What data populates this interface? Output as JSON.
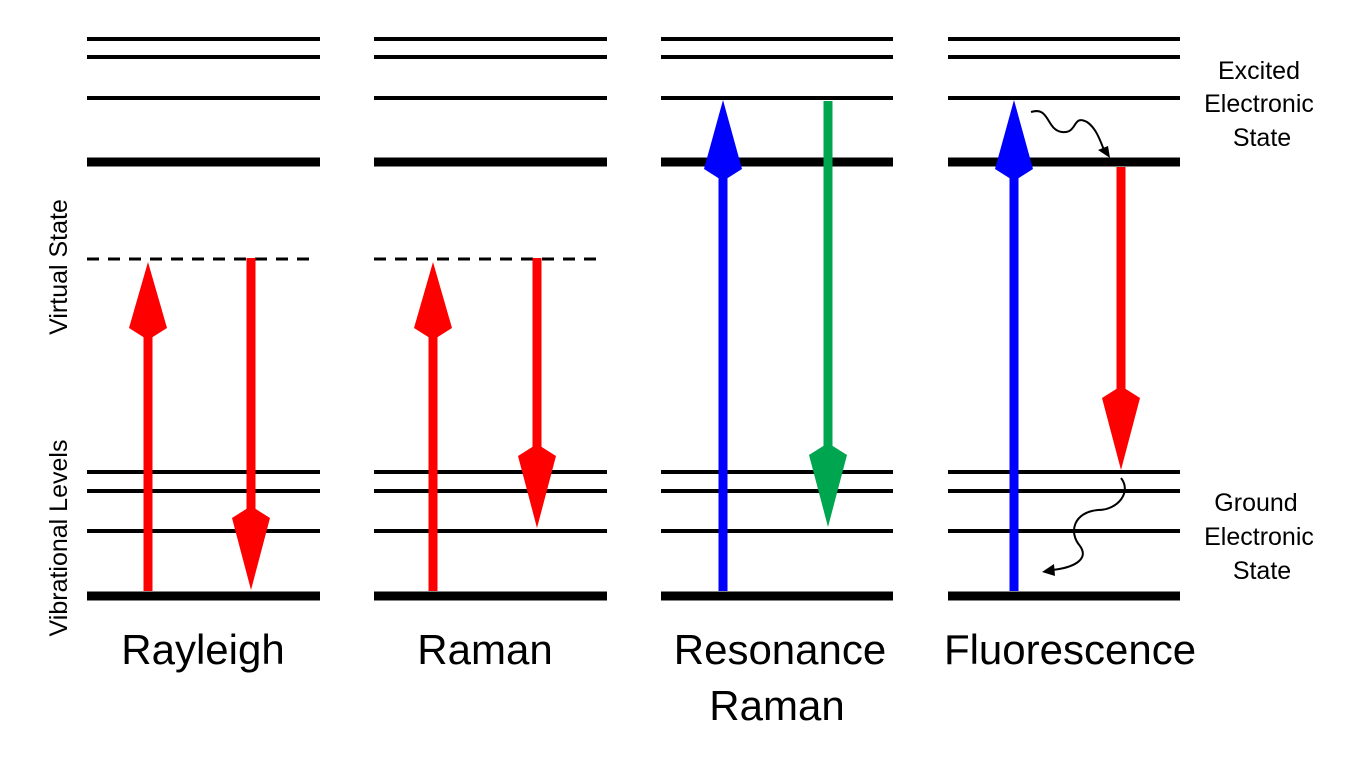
{
  "axis_labels": {
    "vibrational": "Vibrational Levels",
    "virtual": "Virtual State"
  },
  "side_labels": {
    "excited": [
      "Excited",
      "Electronic",
      "State"
    ],
    "ground": [
      "Ground",
      "Electronic",
      "State"
    ]
  },
  "panels": [
    {
      "id": "rayleigh",
      "title": [
        "Rayleigh"
      ],
      "virtual_state": true,
      "excitation_color": "#ff0000",
      "emission_color": "#ff0000",
      "emission_end_level": "ground-0",
      "relaxation": false
    },
    {
      "id": "raman",
      "title": [
        "Raman"
      ],
      "virtual_state": true,
      "excitation_color": "#ff0000",
      "emission_color": "#ff0000",
      "emission_end_level": "ground-1",
      "relaxation": false
    },
    {
      "id": "resonance-raman",
      "title": [
        "Resonance",
        "Raman"
      ],
      "virtual_state": false,
      "excitation_color": "#0000ff",
      "emission_color": "#00a550",
      "emission_end_level": "ground-1",
      "relaxation": false
    },
    {
      "id": "fluorescence",
      "title": [
        "Fluorescence"
      ],
      "virtual_state": false,
      "excitation_color": "#0000ff",
      "emission_color": "#ff0000",
      "emission_end_level": "ground-3",
      "relaxation": true
    }
  ],
  "colors": {
    "line": "#000000",
    "red": "#ff0000",
    "blue": "#0000ff",
    "green": "#00a550"
  }
}
